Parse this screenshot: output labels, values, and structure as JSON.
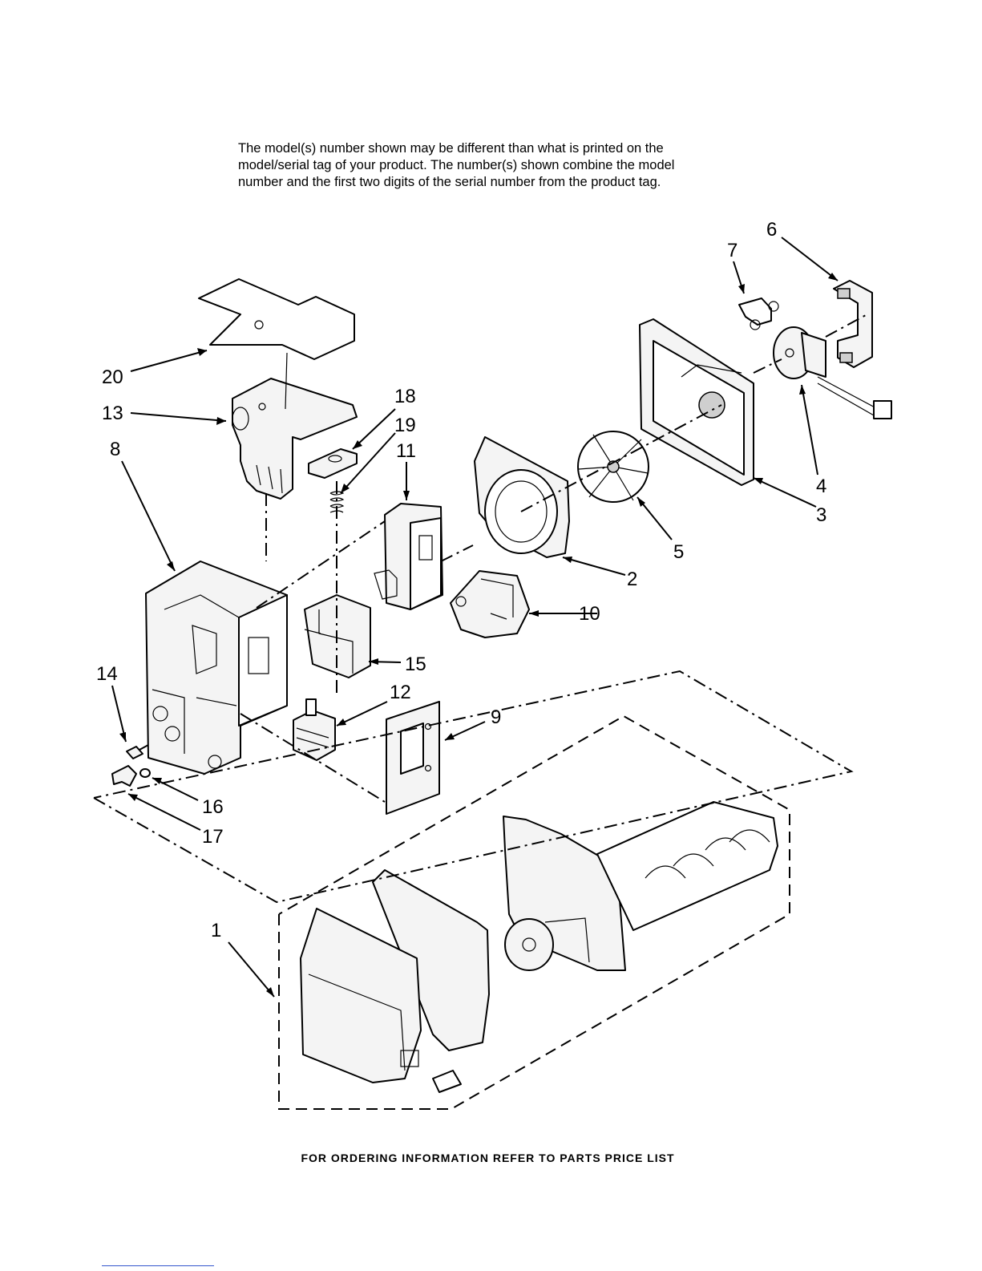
{
  "header_note": {
    "line1": "The model(s) number shown may be different than what is printed on the",
    "line2": "model/serial tag of your product. The number(s) shown combine the model",
    "line3": "number and the first two digits of the serial number from the product tag."
  },
  "callouts": {
    "c1": "1",
    "c2": "2",
    "c3": "3",
    "c4": "4",
    "c5": "5",
    "c6": "6",
    "c7": "7",
    "c8": "8",
    "c9": "9",
    "c10": "10",
    "c11": "11",
    "c12": "12",
    "c13": "13",
    "c14": "14",
    "c15": "15",
    "c16": "16",
    "c17": "17",
    "c18": "18",
    "c19": "19",
    "c20": "20"
  },
  "footer": "FOR ORDERING INFORMATION REFER TO PARTS PRICE LIST"
}
